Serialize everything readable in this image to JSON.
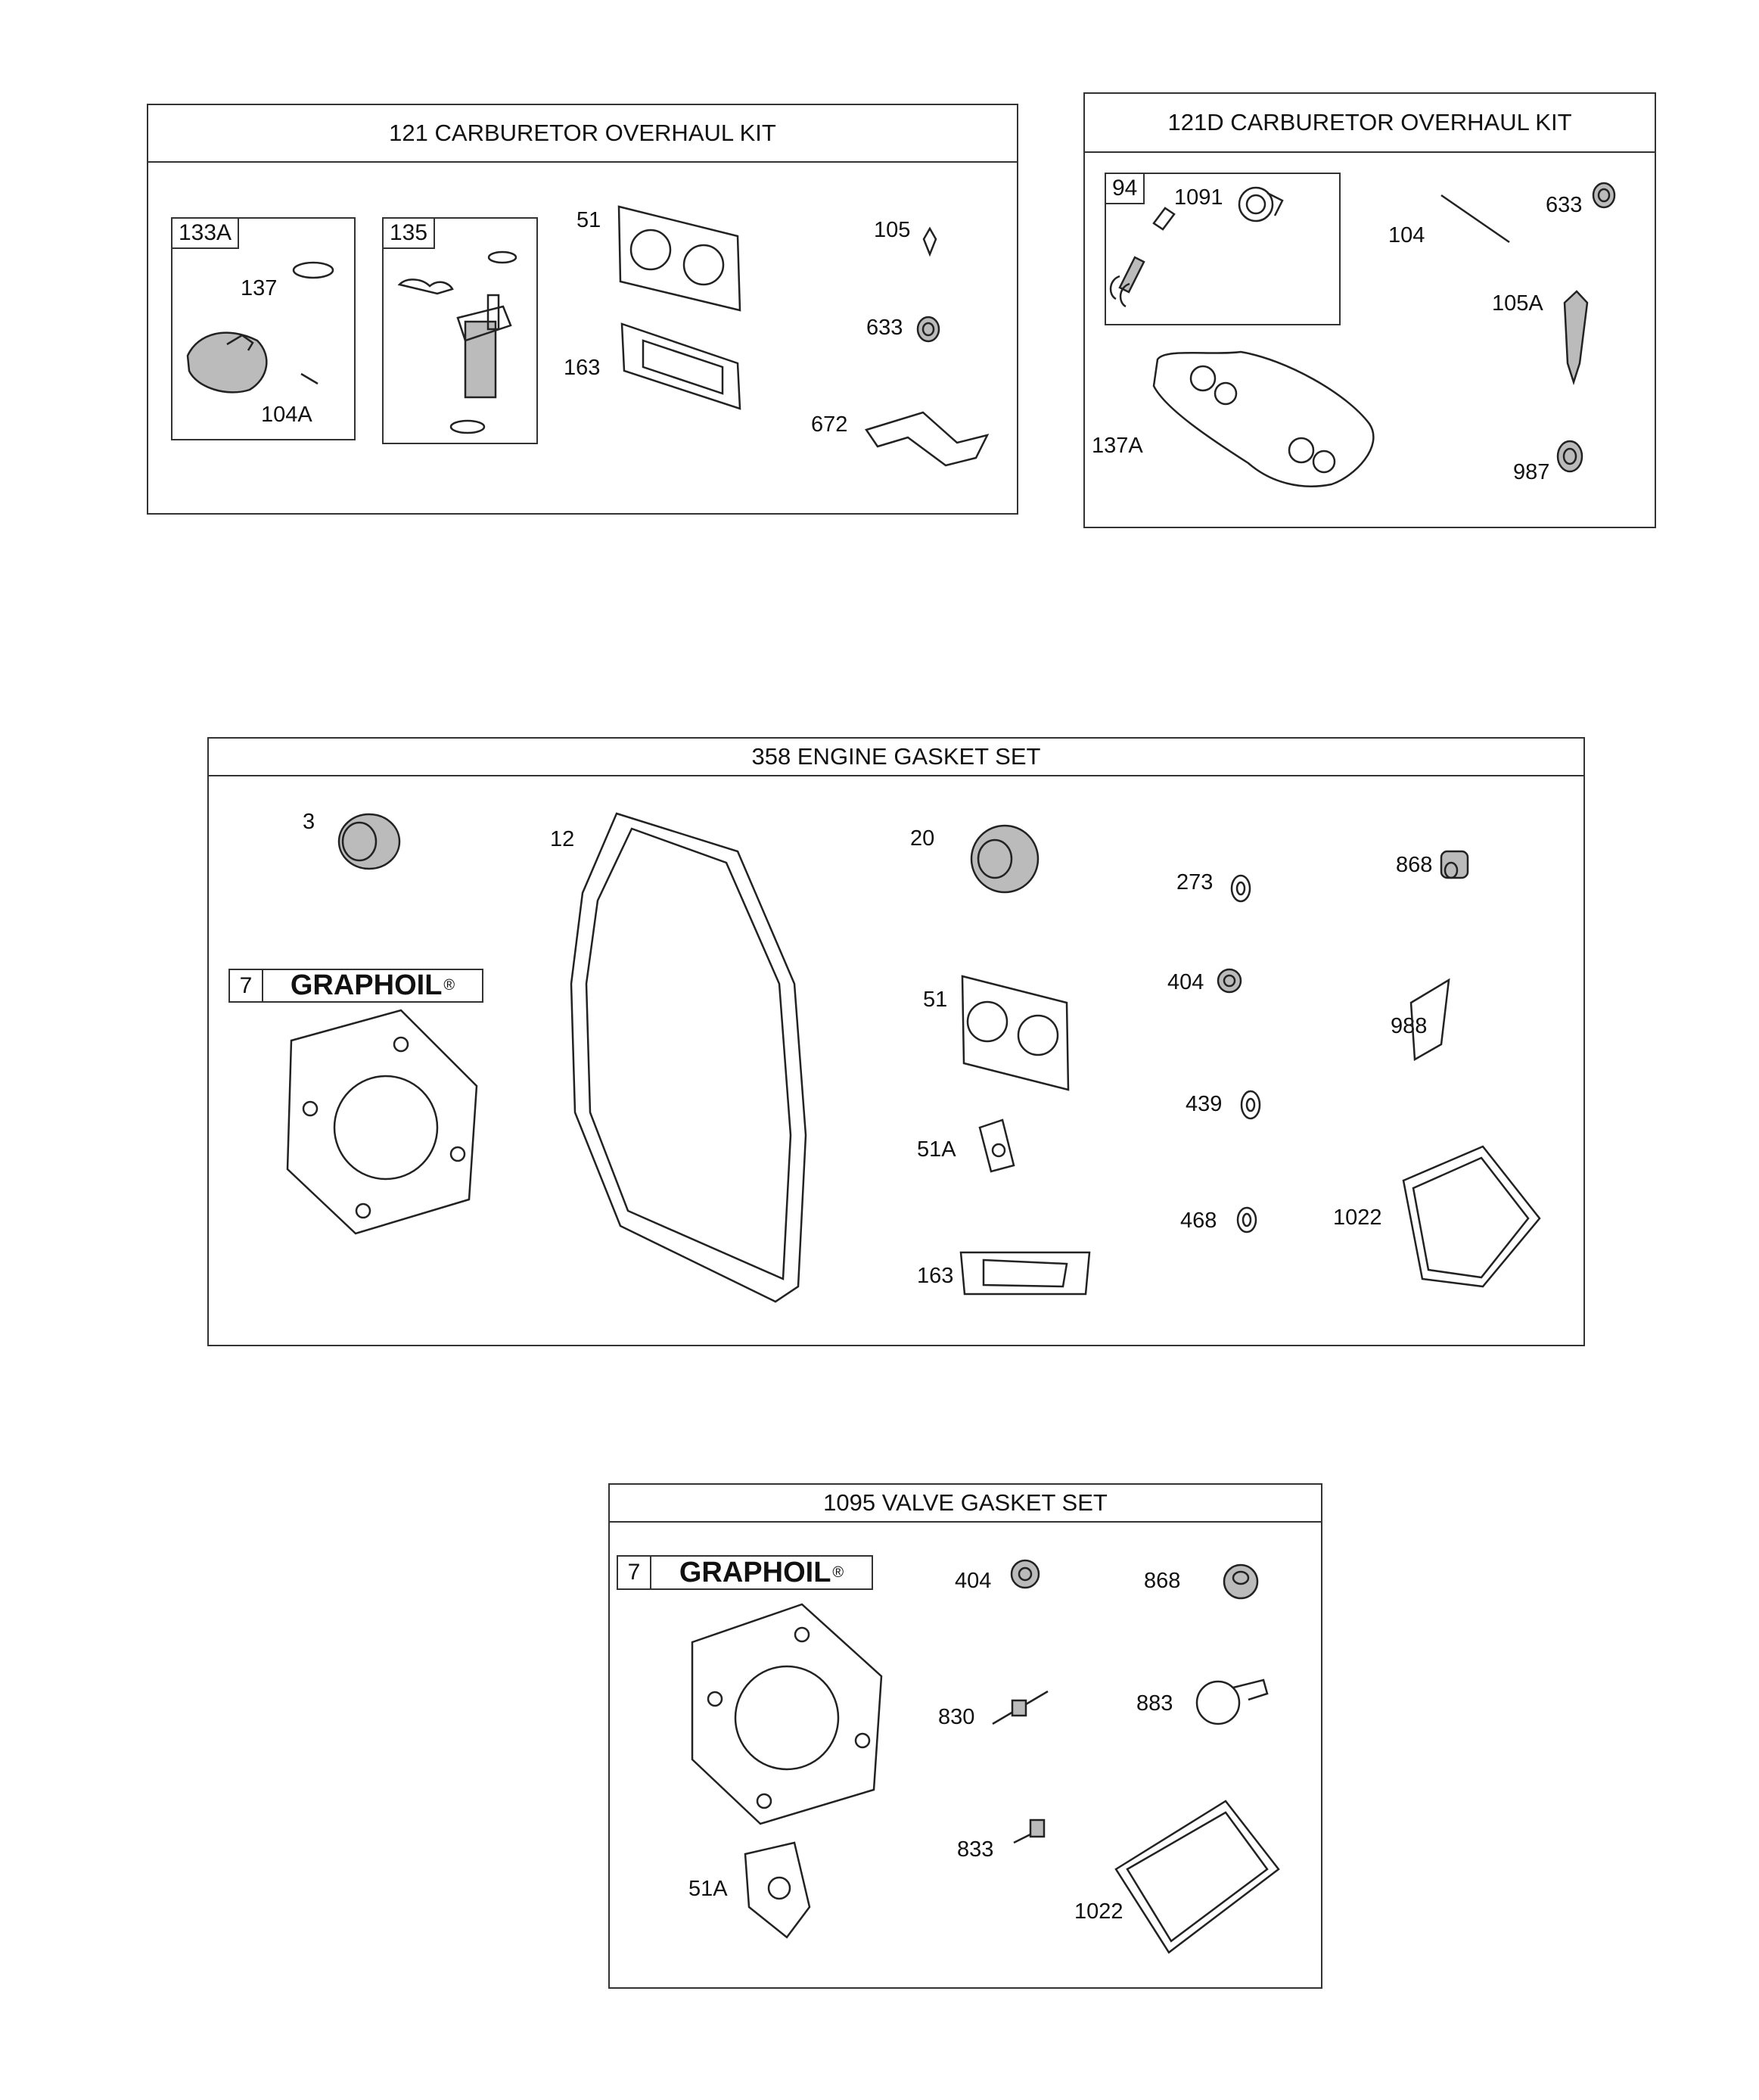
{
  "panels": {
    "carb121": {
      "title": "121 CARBURETOR OVERHAUL KIT",
      "sub133a": {
        "tag": "133A",
        "labels": {
          "p137": "137",
          "p104a": "104A"
        }
      },
      "sub135": {
        "tag": "135"
      },
      "labels": {
        "p51": "51",
        "p163": "163",
        "p105": "105",
        "p633": "633",
        "p672": "672"
      }
    },
    "carb121d": {
      "title": "121D CARBURETOR OVERHAUL KIT",
      "sub94": {
        "tag": "94",
        "labels": {
          "p1091": "1091"
        }
      },
      "labels": {
        "p104": "104",
        "p633": "633",
        "p105a": "105A",
        "p137a": "137A",
        "p987": "987"
      }
    },
    "gasket358": {
      "title": "358 ENGINE GASKET SET",
      "graphoil": {
        "num": "7",
        "brand": "GRAPHOIL",
        "reg": "®"
      },
      "labels": {
        "p3": "3",
        "p12": "12",
        "p20": "20",
        "p273": "273",
        "p868": "868",
        "p404": "404",
        "p51": "51",
        "p988": "988",
        "p439": "439",
        "p51a": "51A",
        "p468": "468",
        "p1022": "1022",
        "p163": "163"
      }
    },
    "valve1095": {
      "title": "1095 VALVE GASKET SET",
      "graphoil": {
        "num": "7",
        "brand": "GRAPHOIL",
        "reg": "®"
      },
      "labels": {
        "p404": "404",
        "p868": "868",
        "p830": "830",
        "p883": "883",
        "p833": "833",
        "p51a": "51A",
        "p1022": "1022"
      }
    }
  }
}
